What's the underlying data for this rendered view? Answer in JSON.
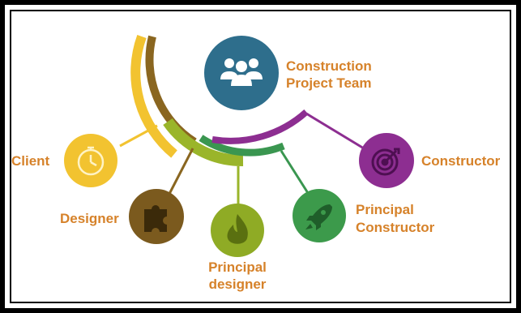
{
  "colors": {
    "center": "#2e6e8c",
    "client": "#f2c330",
    "designer": "#7b5a1e",
    "principal_designer": "#8fab25",
    "principal_constructor": "#3c9a4b",
    "constructor": "#8d2e91",
    "label": "#d6822a"
  },
  "center": {
    "title_line1": "Construction",
    "title_line2": "Project Team",
    "icon": "team-icon"
  },
  "nodes": {
    "client": {
      "label": "Client",
      "icon": "stopwatch-icon"
    },
    "designer": {
      "label": "Designer",
      "icon": "puzzle-icon"
    },
    "principal_designer": {
      "line1": "Principal",
      "line2": "designer",
      "icon": "flame-icon"
    },
    "principal_constructor": {
      "line1": "Principal",
      "line2": "Constructor",
      "icon": "rocket-icon"
    },
    "constructor": {
      "label": "Constructor",
      "icon": "target-icon"
    }
  }
}
